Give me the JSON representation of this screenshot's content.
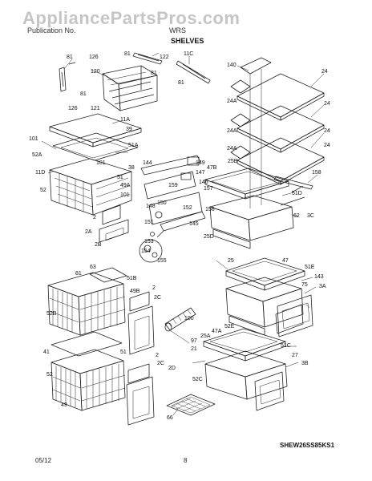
{
  "watermark": "AppliancePartsPros.com",
  "header": {
    "left": "Publication No.",
    "model": "WRS",
    "section_title": "SHELVES"
  },
  "callouts": [
    {
      "id": "c81a",
      "text": "81"
    },
    {
      "id": "c126a",
      "text": "126"
    },
    {
      "id": "c81b",
      "text": "81"
    },
    {
      "id": "c122",
      "text": "122"
    },
    {
      "id": "c11c",
      "text": "11C"
    },
    {
      "id": "c120",
      "text": "120"
    },
    {
      "id": "c81c",
      "text": "81"
    },
    {
      "id": "c81d",
      "text": "81"
    },
    {
      "id": "c140",
      "text": "140"
    },
    {
      "id": "c24a",
      "text": "24"
    },
    {
      "id": "c81e",
      "text": "81"
    },
    {
      "id": "c126b",
      "text": "126"
    },
    {
      "id": "c121",
      "text": "121"
    },
    {
      "id": "c24b",
      "text": "24"
    },
    {
      "id": "c24A1",
      "text": "24A"
    },
    {
      "id": "c11a",
      "text": "11A"
    },
    {
      "id": "c39",
      "text": "39"
    },
    {
      "id": "c24c",
      "text": "24"
    },
    {
      "id": "c24A2",
      "text": "24A"
    },
    {
      "id": "c101a",
      "text": "101"
    },
    {
      "id": "c51a",
      "text": "51A"
    },
    {
      "id": "c24d",
      "text": "24"
    },
    {
      "id": "c52a",
      "text": "52A"
    },
    {
      "id": "c24A3",
      "text": "24A"
    },
    {
      "id": "c101b",
      "text": "101"
    },
    {
      "id": "c38",
      "text": "38"
    },
    {
      "id": "c144",
      "text": "144"
    },
    {
      "id": "c149",
      "text": "149"
    },
    {
      "id": "c11d",
      "text": "11D"
    },
    {
      "id": "c51",
      "text": "51"
    },
    {
      "id": "c147",
      "text": "147"
    },
    {
      "id": "c47b",
      "text": "47B"
    },
    {
      "id": "c25b",
      "text": "25B"
    },
    {
      "id": "c158",
      "text": "158"
    },
    {
      "id": "c49a",
      "text": "49A"
    },
    {
      "id": "c146",
      "text": "146"
    },
    {
      "id": "c52",
      "text": "52"
    },
    {
      "id": "c101c",
      "text": "101"
    },
    {
      "id": "c159",
      "text": "159"
    },
    {
      "id": "c157",
      "text": "157"
    },
    {
      "id": "c51d",
      "text": "51D"
    },
    {
      "id": "c148",
      "text": "148"
    },
    {
      "id": "c150",
      "text": "150"
    },
    {
      "id": "c152",
      "text": "152"
    },
    {
      "id": "c2a",
      "text": "2"
    },
    {
      "id": "c156",
      "text": "156"
    },
    {
      "id": "c62",
      "text": "62"
    },
    {
      "id": "c3c",
      "text": "3C"
    },
    {
      "id": "c151",
      "text": "151"
    },
    {
      "id": "c145",
      "text": "145"
    },
    {
      "id": "c2A",
      "text": "2A"
    },
    {
      "id": "c153",
      "text": "153"
    },
    {
      "id": "c25d",
      "text": "25D"
    },
    {
      "id": "c2B",
      "text": "2B"
    },
    {
      "id": "c154",
      "text": "154"
    },
    {
      "id": "c155",
      "text": "155"
    },
    {
      "id": "c25",
      "text": "25"
    },
    {
      "id": "c47",
      "text": "47"
    },
    {
      "id": "c63",
      "text": "63"
    },
    {
      "id": "c81f",
      "text": "81"
    },
    {
      "id": "c51e",
      "text": "51E"
    },
    {
      "id": "c51b",
      "text": "51B"
    },
    {
      "id": "c143",
      "text": "143"
    },
    {
      "id": "c2b",
      "text": "2"
    },
    {
      "id": "c49b",
      "text": "49B"
    },
    {
      "id": "c75",
      "text": "75"
    },
    {
      "id": "c3a",
      "text": "3A"
    },
    {
      "id": "c2c1",
      "text": "2C"
    },
    {
      "id": "c52b",
      "text": "52B"
    },
    {
      "id": "c100",
      "text": "100"
    },
    {
      "id": "c52e",
      "text": "52E"
    },
    {
      "id": "c97",
      "text": "97"
    },
    {
      "id": "c25a",
      "text": "25A"
    },
    {
      "id": "c47a",
      "text": "47A"
    },
    {
      "id": "c21",
      "text": "21"
    },
    {
      "id": "c51c",
      "text": "51C"
    },
    {
      "id": "c51f",
      "text": "51"
    },
    {
      "id": "c41",
      "text": "41"
    },
    {
      "id": "c2d",
      "text": "2"
    },
    {
      "id": "c27",
      "text": "27"
    },
    {
      "id": "c2c2",
      "text": "2C"
    },
    {
      "id": "c52c",
      "text": "52"
    },
    {
      "id": "c3b",
      "text": "3B"
    },
    {
      "id": "c2D",
      "text": "2D"
    },
    {
      "id": "c49",
      "text": "49"
    },
    {
      "id": "c52C",
      "text": "52C"
    },
    {
      "id": "c66",
      "text": "66"
    }
  ],
  "reference_code": "SHEW26SS85KS1",
  "footer": {
    "date": "05/12",
    "page": "8"
  }
}
